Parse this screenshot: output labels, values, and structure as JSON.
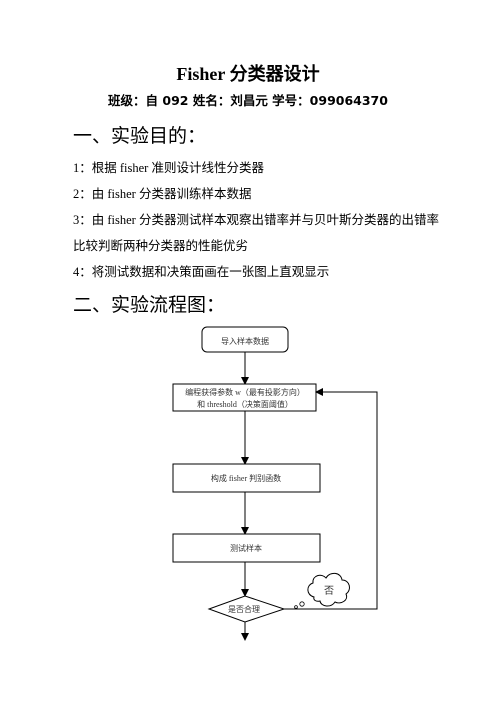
{
  "document": {
    "title": "Fisher 分类器设计",
    "subtitle": "班级：自 092  姓名：刘昌元  学号：099064370",
    "section1": {
      "heading": "一、实验目的：",
      "items": [
        "1：根据 fisher 准则设计线性分类器",
        "2：由 fisher 分类器训练样本数据",
        "3：由  fisher  分类器测试样本观察出错率并与贝叶斯分类器的出错率",
        "比较判断两种分类器的性能优劣",
        "4：将测试数据和决策面画在一张图上直观显示"
      ]
    },
    "section2": {
      "heading": "二、实验流程图：",
      "flowchart": {
        "start": "导入样本数据",
        "step1_line1": "编程获得参数 w（最有投影方向）",
        "step1_line2": "和 threshold（决策面阈值）",
        "step2": "构成 fisher 判别函数",
        "step3": "测试样本",
        "decision": "是否合理",
        "no_label": "否"
      }
    }
  }
}
